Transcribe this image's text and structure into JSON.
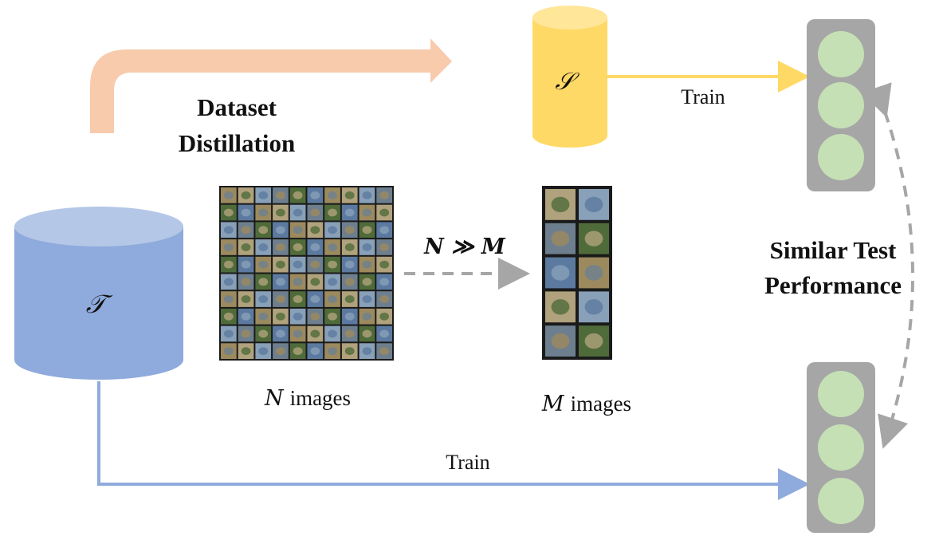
{
  "labels": {
    "process": [
      "Dataset",
      "Distillation"
    ],
    "relation": "N ≫ M",
    "original_symbol": "𝒯",
    "synthetic_symbol": "𝒮",
    "original_count_var": "N",
    "original_count_word": "images",
    "synthetic_count_var": "M",
    "synthetic_count_word": "images",
    "train_top": "Train",
    "train_bottom": "Train",
    "result": [
      "Similar Test",
      "Performance"
    ]
  },
  "colors": {
    "distill_arrow": "#f8cbad",
    "synthetic_cylinder": "#ffd966",
    "synthetic_cylinder_top": "#ffe699",
    "original_cylinder": "#8faadc",
    "original_cylinder_top": "#b4c7e7",
    "train_line_top": "#ffd966",
    "train_line_bottom": "#8faadc",
    "model_box": "#a6a6a6",
    "model_node": "#c5e0b4",
    "dashed": "#a6a6a6"
  },
  "grids": {
    "original": {
      "rows": 10,
      "cols": 10
    },
    "synthetic": {
      "rows": 5,
      "cols": 2
    }
  }
}
